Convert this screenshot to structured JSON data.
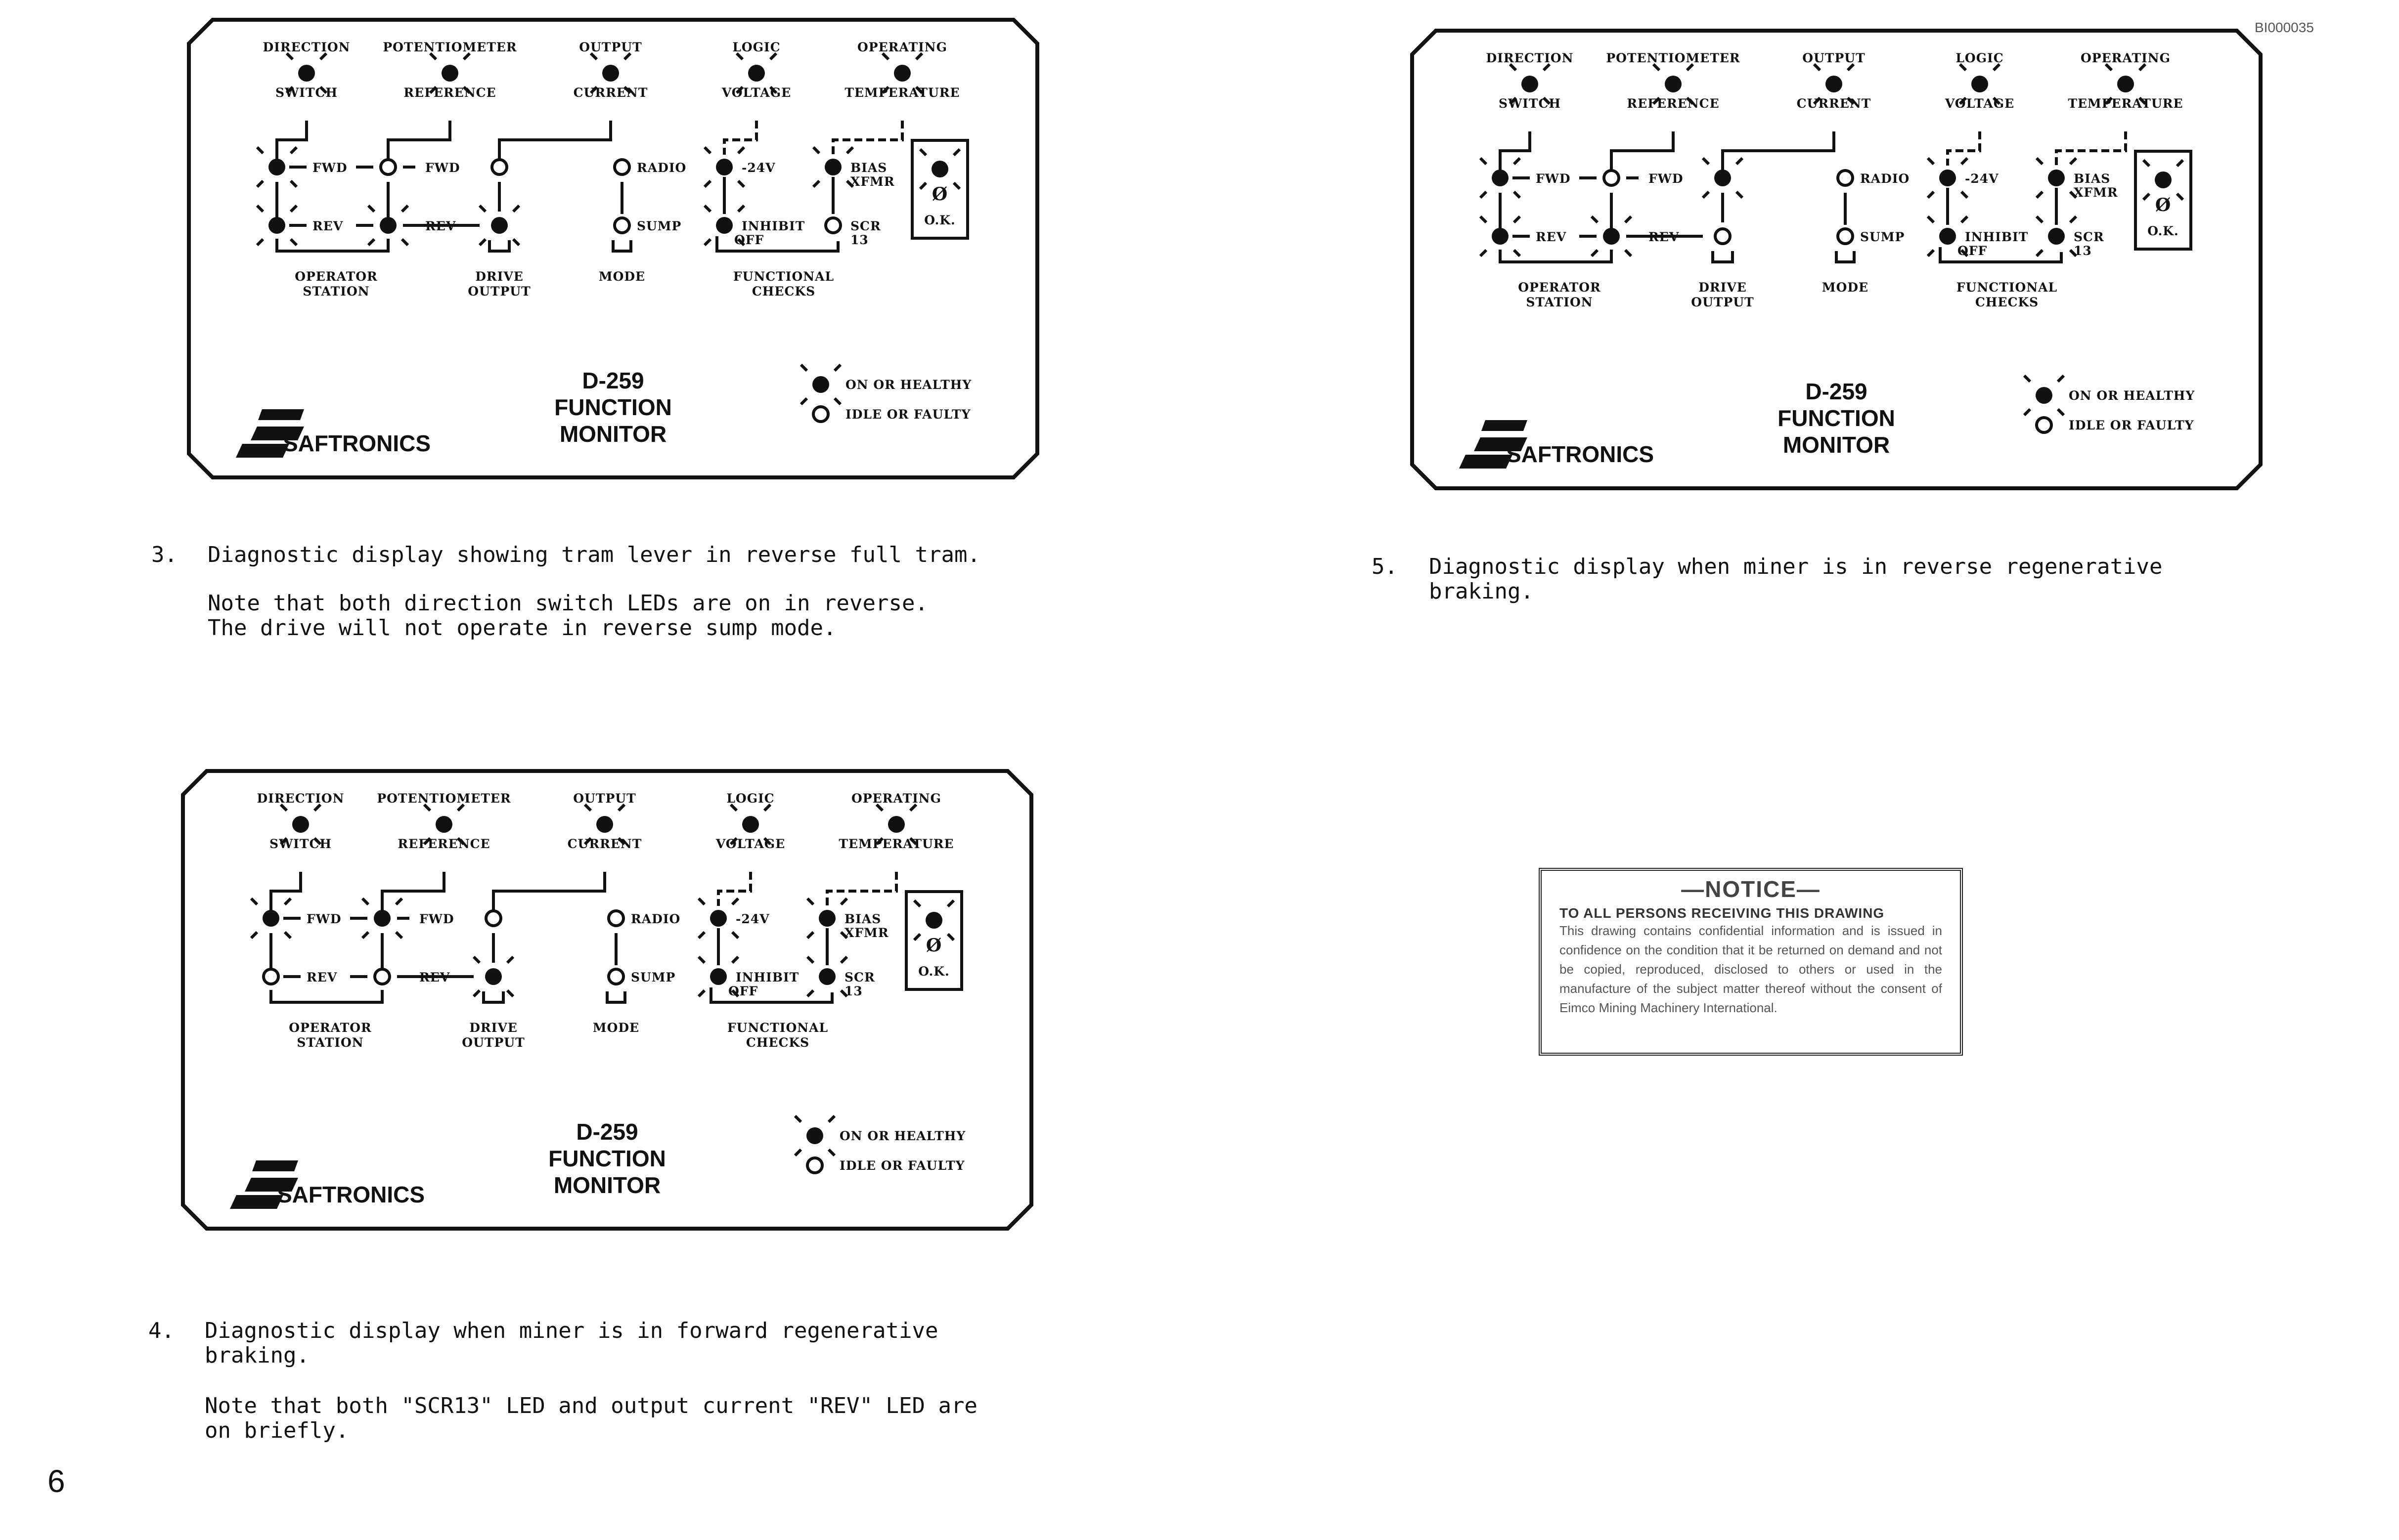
{
  "page_id": "BI000035",
  "page_number": "6",
  "panel_text": {
    "top_labels": [
      [
        "DIRECTION",
        "SWITCH"
      ],
      [
        "POTENTIOMETER",
        "REFERENCE"
      ],
      [
        "OUTPUT",
        "CURRENT"
      ],
      [
        "LOGIC",
        "VOLTAGE"
      ],
      [
        "OPERATING",
        "TEMPERATURE"
      ]
    ],
    "fwd": "FWD",
    "rev": "REV",
    "radio": "RADIO",
    "sump": "SUMP",
    "v24": "-24V",
    "inhibit": "INHIBIT",
    "off": "OFF",
    "bias": "BIAS",
    "xfmr": "XFMR",
    "scr": "SCR",
    "scr_num": "13",
    "ok_symbol": "Ø",
    "ok": "O.K.",
    "bottom_labels": [
      [
        "OPERATOR",
        "STATION"
      ],
      [
        "DRIVE",
        "OUTPUT"
      ],
      [
        "MODE"
      ],
      [
        "FUNCTIONAL",
        "CHECKS"
      ]
    ],
    "model": [
      "D-259",
      "FUNCTION",
      "MONITOR"
    ],
    "legend_on": "ON OR HEALTHY",
    "legend_off": "IDLE OR FAULTY",
    "brand": "SAFTRONICS"
  },
  "panels": [
    {
      "id": "panel-3",
      "leds": {
        "dir_top": true,
        "pot": true,
        "out": true,
        "logic": true,
        "temp": true,
        "op_fwd": true,
        "op_rev": true,
        "pot_fwd": false,
        "pot_rev": true,
        "drv_fwd": false,
        "drv_rev": true,
        "radio": false,
        "sump": false,
        "v24": true,
        "bias": true,
        "inhibit": true,
        "scr": false,
        "ok": true
      }
    },
    {
      "id": "panel-4",
      "leds": {
        "dir_top": true,
        "pot": true,
        "out": true,
        "logic": true,
        "temp": true,
        "op_fwd": true,
        "op_rev": false,
        "pot_fwd": true,
        "pot_rev": false,
        "drv_fwd": false,
        "drv_rev": true,
        "radio": false,
        "sump": false,
        "v24": true,
        "bias": true,
        "inhibit": true,
        "scr": true,
        "ok": true
      }
    },
    {
      "id": "panel-5",
      "leds": {
        "dir_top": true,
        "pot": true,
        "out": true,
        "logic": true,
        "temp": true,
        "op_fwd": true,
        "op_rev": true,
        "pot_fwd": false,
        "pot_rev": true,
        "drv_fwd": true,
        "drv_rev": false,
        "radio": false,
        "sump": false,
        "v24": true,
        "bias": true,
        "inhibit": true,
        "scr": true,
        "ok": true
      }
    }
  ],
  "captions": {
    "c3_num": "3.",
    "c3_text": "Diagnostic display showing tram lever in reverse full tram.",
    "c3_note": "Note that both direction switch LEDs are on in reverse.\nThe drive will not operate in reverse sump mode.",
    "c4_num": "4.",
    "c4_text": "Diagnostic display when miner is in forward regenerative\nbraking.",
    "c4_note": "Note that both \"SCR13\" LED and output current \"REV\" LED are\non briefly.",
    "c5_num": "5.",
    "c5_text": "Diagnostic display when miner is in reverse regenerative\nbraking."
  },
  "notice": {
    "title": "—NOTICE—",
    "heading": "TO ALL PERSONS RECEIVING THIS DRAWING",
    "body": "This drawing contains confidential information and is issued in confidence on the condition that it be returned on demand and not be copied, reproduced, disclosed to others or used in the manufacture of the subject matter thereof without the consent of Eimco Mining Machinery International."
  }
}
